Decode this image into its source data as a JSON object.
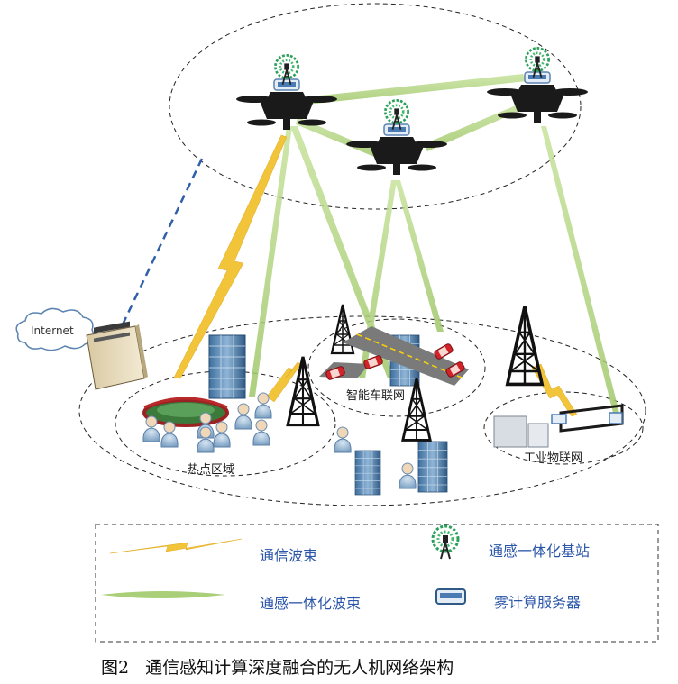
{
  "regions": {
    "hotspot": "热点区域",
    "vehicle_network": "智能车联网",
    "industrial_iot": "工业物联网"
  },
  "internet_label": "Internet",
  "legend": {
    "comm_beam": "通信波束",
    "isac_base_station": "通感一体化基站",
    "isac_beam": "通感一体化波束",
    "fog_server": "雾计算服务器"
  },
  "caption": {
    "figure_number": "图2",
    "title": "通信感知计算深度融合的无人机网络架构"
  },
  "colors": {
    "comm_beam": "#f2c43a",
    "isac_beam": "#a9cf78",
    "dashed_line": "#2f5fa8",
    "legend_text": "#2a55a8"
  }
}
